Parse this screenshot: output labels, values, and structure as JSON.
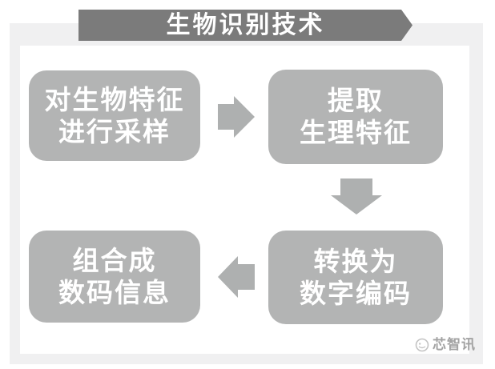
{
  "banner": {
    "label": "生物识别技术",
    "color": "#7b7b7b",
    "text_color": "#ffffff"
  },
  "frame": {
    "color": "#f0f0f1"
  },
  "flow": {
    "box_color": "#b3b4b4",
    "arrow_color": "#aeb0b0",
    "text_color": "#ffffff",
    "steps": [
      {
        "line1": "对生物特征",
        "line2": "进行采样"
      },
      {
        "line1": "提取",
        "line2": "生理特征"
      },
      {
        "line1": "转换为",
        "line2": "数字编码"
      },
      {
        "line1": "组合成",
        "line2": "数码信息"
      }
    ],
    "arrows": [
      "right",
      "down",
      "left"
    ]
  },
  "watermark": {
    "label": "芯智讯",
    "logo": "xinzhixun-circle-logo",
    "color": "#a3a3a3"
  }
}
